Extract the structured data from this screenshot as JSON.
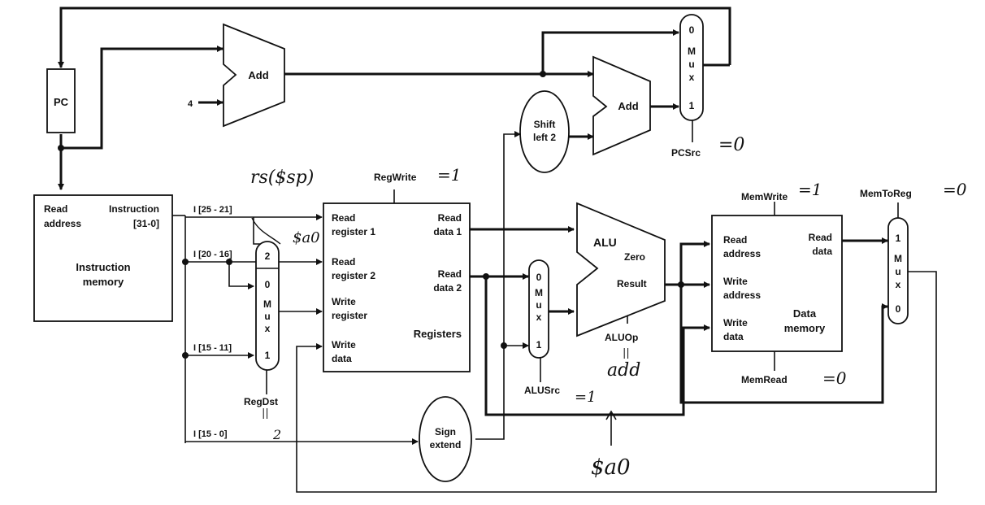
{
  "pc": {
    "label": "PC"
  },
  "adders": {
    "pc_add": "Add",
    "branch_add": "Add",
    "four": "4"
  },
  "shift": {
    "line1": "Shift",
    "line2": "left 2"
  },
  "sign": {
    "line1": "Sign",
    "line2": "extend"
  },
  "imem": {
    "read": "Read",
    "address": "address",
    "instruction": "Instruction",
    "bits": "[31-0]",
    "title1": "Instruction",
    "title2": "memory"
  },
  "fields": {
    "rs": "I [25 - 21]",
    "rt": "I [20 - 16]",
    "rd": "I [15 - 11]",
    "imm": "I [15 - 0]"
  },
  "regs": {
    "rr1a": "Read",
    "rr1b": "register 1",
    "rr2a": "Read",
    "rr2b": "register 2",
    "wra": "Write",
    "wrb": "register",
    "wda": "Write",
    "wdb": "data",
    "rd1a": "Read",
    "rd1b": "data 1",
    "rd2a": "Read",
    "rd2b": "data 2",
    "title": "Registers"
  },
  "alu": {
    "title": "ALU",
    "zero": "Zero",
    "result": "Result"
  },
  "dmem": {
    "raa": "Read",
    "rab": "address",
    "waa": "Write",
    "wab": "address",
    "wda": "Write",
    "wdb": "data",
    "rda": "Read",
    "rdb": "data",
    "title1": "Data",
    "title2": "memory"
  },
  "mux_regdst": {
    "top": "2",
    "m": "M",
    "u": "u",
    "x": "x",
    "one": "1",
    "zero": "0"
  },
  "mux_alusrc": {
    "zero": "0",
    "m": "M",
    "u": "u",
    "x": "x",
    "one": "1"
  },
  "mux_pcsrc": {
    "zero": "0",
    "m": "M",
    "u": "u",
    "x": "x",
    "one": "1"
  },
  "mux_memtoreg": {
    "one": "1",
    "m": "M",
    "u": "u",
    "x": "x",
    "zero": "0"
  },
  "controls": {
    "regwrite": "RegWrite",
    "regdst": "RegDst",
    "alusrc": "ALUSrc",
    "aluop": "ALUOp",
    "memwrite": "MemWrite",
    "memread": "MemRead",
    "memtoreg": "MemToReg",
    "pcsrc": "PCSrc"
  },
  "annotations": {
    "rs_sp": "rs($sp)",
    "a0_top": "$a0",
    "regwrite_val": "=1",
    "regdst_val": "2",
    "regdst_eq": "||",
    "alusrc_val": "=1",
    "aluop_eq": "||",
    "aluop_val": "add",
    "memwrite_val": "=1",
    "memread_val": "=0",
    "memtoreg_val": "=0",
    "pcsrc_val": "=0",
    "a0_bottom": "$a0"
  }
}
